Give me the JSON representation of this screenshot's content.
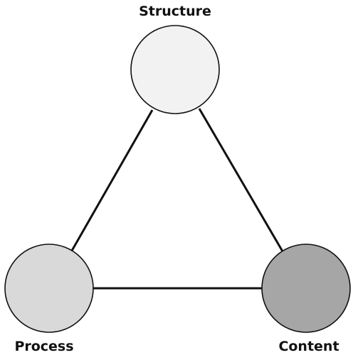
{
  "nodes": {
    "structure": {
      "label": "Structure",
      "fill": "#f2f2f2"
    },
    "process": {
      "label": "Process",
      "fill": "#d9d9d9"
    },
    "content": {
      "label": "Content",
      "fill": "#a6a6a6"
    }
  },
  "edges": [
    {
      "from": "structure",
      "to": "process"
    },
    {
      "from": "structure",
      "to": "content"
    },
    {
      "from": "process",
      "to": "content"
    }
  ]
}
